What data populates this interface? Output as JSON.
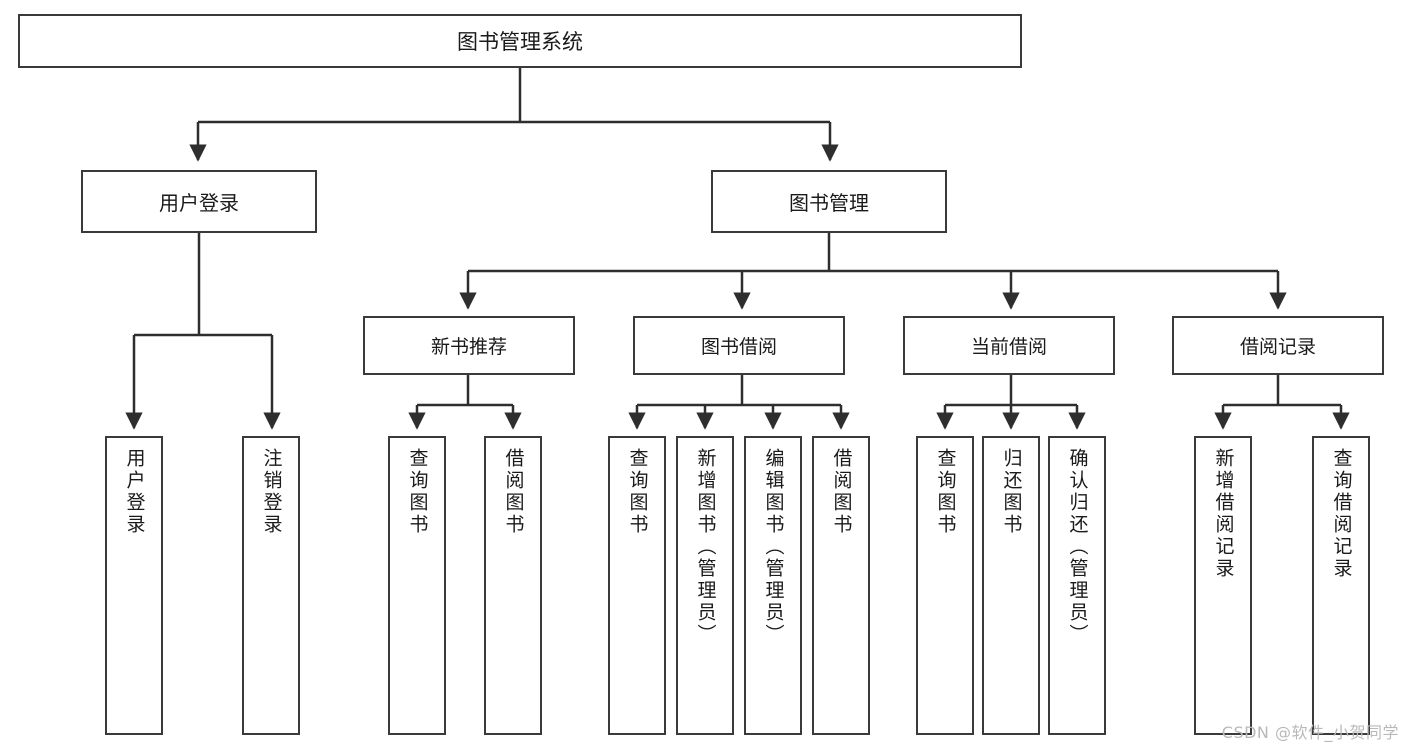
{
  "diagram": {
    "type": "tree-hierarchy",
    "title": "图书管理系统",
    "watermark": "CSDN @软件_小贺同学",
    "colors": {
      "box_border": "#3a3a3a",
      "box_fill": "#ffffff",
      "connector": "#2e2e2e",
      "text": "#1a1a1a",
      "watermark": "#b9b9b9"
    },
    "root": {
      "label": "图书管理系统"
    },
    "level1": [
      {
        "id": "user-login",
        "label": "用户登录"
      },
      {
        "id": "book-management",
        "label": "图书管理"
      }
    ],
    "level2": [
      {
        "id": "new-book-recommend",
        "label": "新书推荐",
        "parent": "book-management"
      },
      {
        "id": "book-borrow",
        "label": "图书借阅",
        "parent": "book-management"
      },
      {
        "id": "current-borrow",
        "label": "当前借阅",
        "parent": "book-management"
      },
      {
        "id": "borrow-record",
        "label": "借阅记录",
        "parent": "book-management"
      }
    ],
    "leaves": [
      {
        "id": "leaf-user-login",
        "label": "用户登录",
        "parent": "user-login"
      },
      {
        "id": "leaf-logout",
        "label": "注销登录",
        "parent": "user-login"
      },
      {
        "id": "leaf-query-book-rec",
        "label": "查询图书",
        "parent": "new-book-recommend"
      },
      {
        "id": "leaf-borrow-book-rec",
        "label": "借阅图书",
        "parent": "new-book-recommend"
      },
      {
        "id": "leaf-query-book-borrow",
        "label": "查询图书",
        "parent": "book-borrow"
      },
      {
        "id": "leaf-add-book",
        "label": "新增图书（管理员）",
        "parent": "book-borrow"
      },
      {
        "id": "leaf-edit-book",
        "label": "编辑图书（管理员）",
        "parent": "book-borrow"
      },
      {
        "id": "leaf-borrow-book",
        "label": "借阅图书",
        "parent": "book-borrow"
      },
      {
        "id": "leaf-query-book-current",
        "label": "查询图书",
        "parent": "current-borrow"
      },
      {
        "id": "leaf-return-book",
        "label": "归还图书",
        "parent": "current-borrow"
      },
      {
        "id": "leaf-confirm-return",
        "label": "确认归还（管理员）",
        "parent": "current-borrow"
      },
      {
        "id": "leaf-add-record",
        "label": "新增借阅记录",
        "parent": "borrow-record"
      },
      {
        "id": "leaf-query-record",
        "label": "查询借阅记录",
        "parent": "borrow-record"
      }
    ]
  }
}
